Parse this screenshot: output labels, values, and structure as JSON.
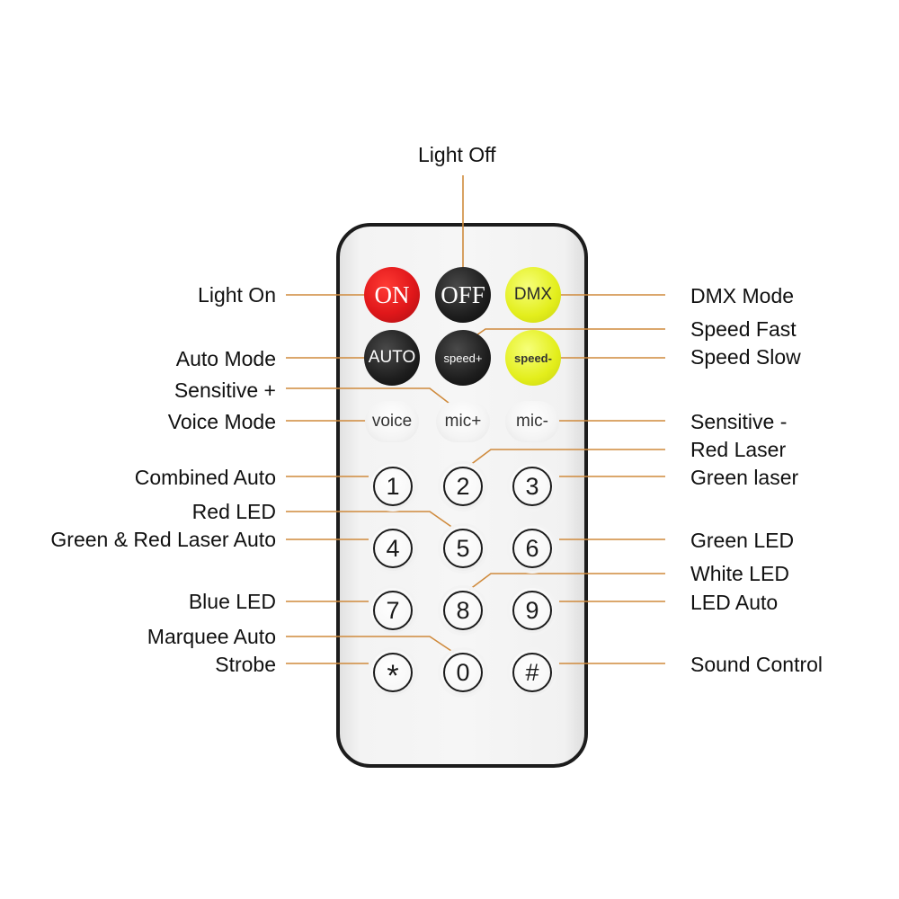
{
  "callouts": {
    "light_off": "Light Off",
    "light_on": "Light On",
    "dmx_mode": "DMX Mode",
    "speed_fast": "Speed Fast",
    "auto_mode": "Auto Mode",
    "speed_slow": "Speed Slow",
    "sensitive_plus": "Sensitive +",
    "voice_mode": "Voice Mode",
    "sensitive_minus": "Sensitive -",
    "red_laser": "Red Laser",
    "combined_auto": "Combined Auto",
    "green_laser": "Green laser",
    "red_led": "Red LED",
    "green_red_laser_auto": "Green & Red Laser Auto",
    "green_led": "Green LED",
    "white_led": "White LED",
    "blue_led": "Blue LED",
    "led_auto": "LED Auto",
    "marquee_auto": "Marquee Auto",
    "strobe": "Strobe",
    "sound_control": "Sound Control"
  },
  "buttons": {
    "on": "ON",
    "off": "OFF",
    "dmx": "DMX",
    "auto": "AUTO",
    "speed_plus": "speed+",
    "speed_minus": "speed-",
    "voice": "voice",
    "mic_plus": "mic+",
    "mic_minus": "mic-",
    "n1": "1",
    "n2": "2",
    "n3": "3",
    "n4": "4",
    "n5": "5",
    "n6": "6",
    "n7": "7",
    "n8": "8",
    "n9": "9",
    "star": "*",
    "n0": "0",
    "hash": "#"
  },
  "colors": {
    "on_button": "#e0171a",
    "off_button": "#1e1e1e",
    "dmx_button": "#e3ee1c",
    "leader_line": "#cf8a3c"
  }
}
